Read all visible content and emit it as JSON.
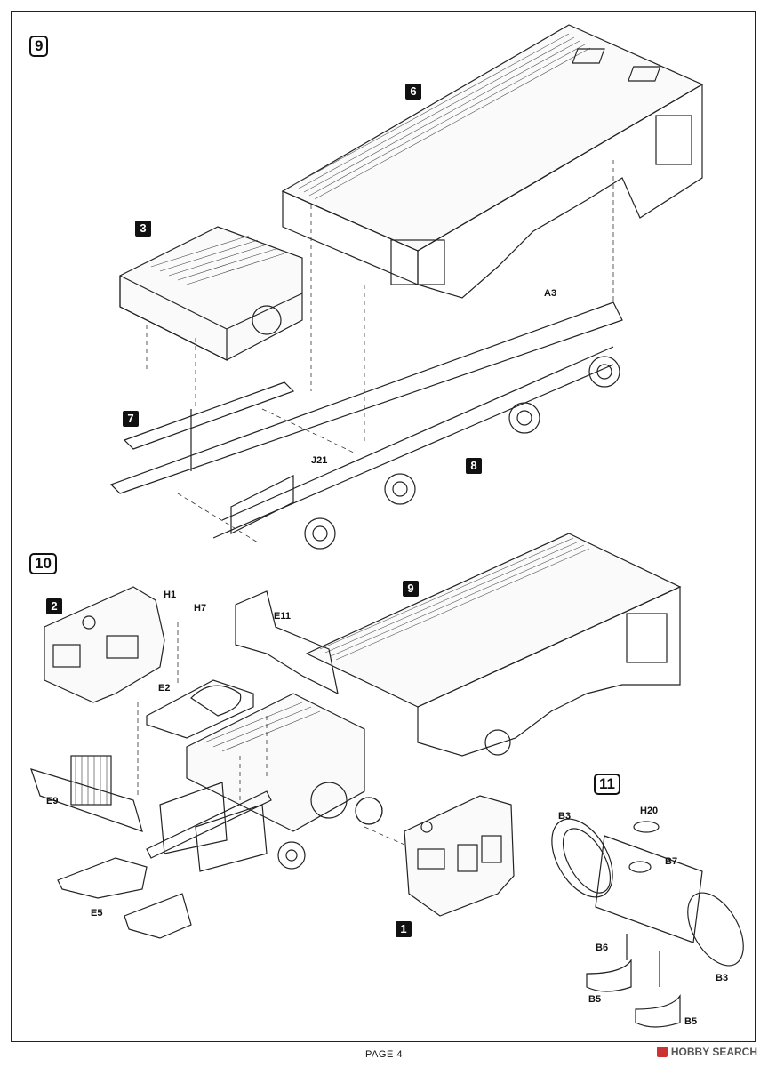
{
  "steps": {
    "s9": "9",
    "s10": "10",
    "s11": "11"
  },
  "subassemblies": {
    "a6": "6",
    "a3": "3",
    "a7": "7",
    "a8": "8",
    "a2": "2",
    "a9": "9",
    "a1": "1"
  },
  "parts": {
    "a3": "A3",
    "j21": "J21",
    "h1": "H1",
    "h7": "H7",
    "e11": "E11",
    "e2": "E2",
    "e9": "E9",
    "e5": "E5",
    "h20": "H20",
    "b3_top": "B3",
    "b7": "B7",
    "b6": "B6",
    "b3_bottom": "B3",
    "b5_top": "B5",
    "b5_bottom": "B5"
  },
  "footer": {
    "page": "PAGE 4"
  },
  "watermark": {
    "text": "HOBBY SEARCH"
  }
}
